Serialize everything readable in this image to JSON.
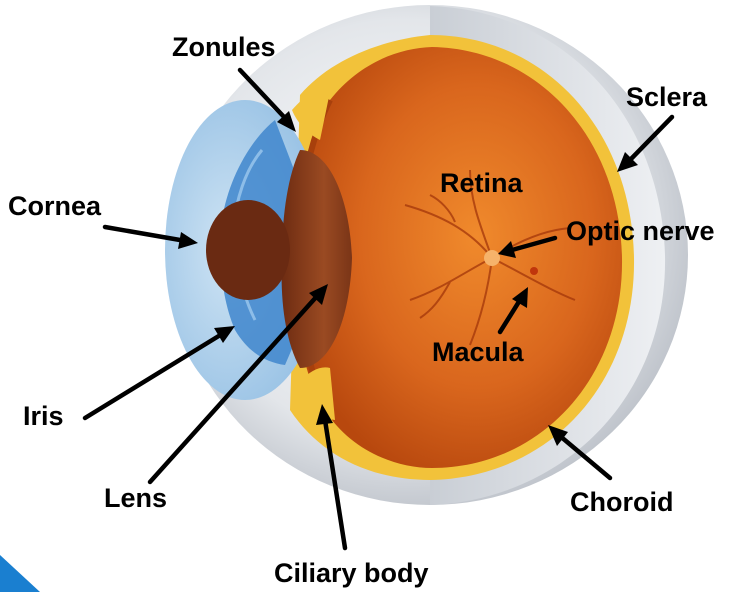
{
  "labels": {
    "zonules": "Zonules",
    "sclera": "Sclera",
    "cornea": "Cornea",
    "retina": "Retina",
    "optic_nerve": "Optic nerve",
    "macula": "Macula",
    "iris": "Iris",
    "lens": "Lens",
    "choroid": "Choroid",
    "ciliary_body": "Ciliary body"
  },
  "colors": {
    "sclera": "#e3e6ea",
    "sclera_shade": "#b9bec6",
    "choroid_yellow": "#f2c23a",
    "retina_orange": "#d9661d",
    "retina_dark": "#b8480e",
    "lens_brown": "#8a3f1c",
    "cornea_blue": "#8fbce2",
    "iris_blue": "#3f86cc",
    "corner_accent": "#1a7fd0"
  }
}
